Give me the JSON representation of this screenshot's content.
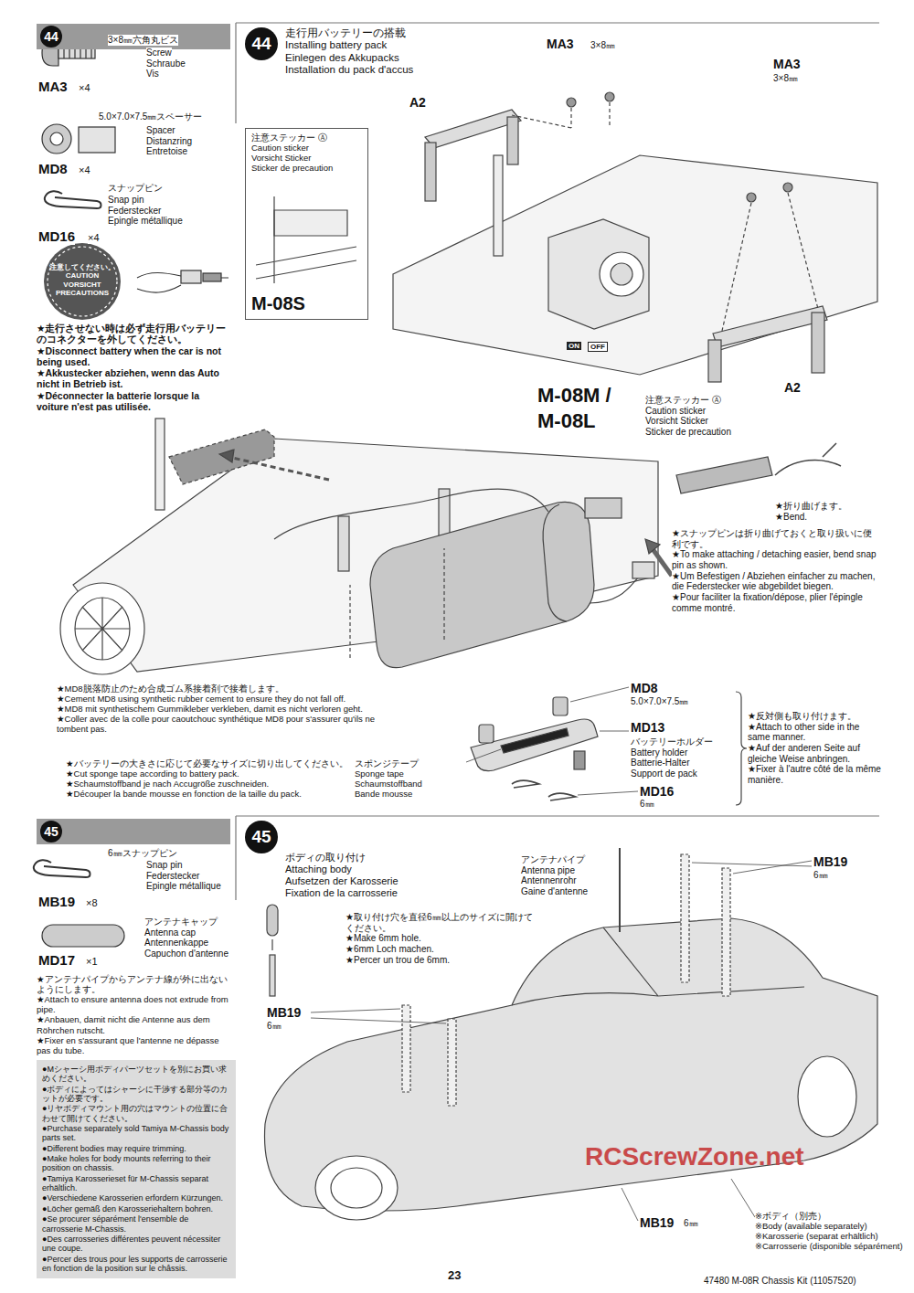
{
  "diagram": {
    "nodes": [
      {
        "text": [
          "44"
        ]
      },
      {
        "text": [
          "44"
        ]
      },
      {
        "text": [
          "注意ステッカー Ⓐ",
          "Caution sticker",
          "Vorsicht Sticker",
          "Sticker de precaution",
          "M-08S"
        ]
      },
      {
        "text": [
          "45"
        ]
      },
      {
        "text": [
          "45"
        ]
      },
      {
        "text": [
          "●Mシャーシ用ボディパーツセットを別にお買い求めください。",
          "●ボディによってはシャーシに干渉する部分等のカットが必要です。",
          "●リヤボディマウント用の穴はマウントの位置に合わせて開けてください。",
          "●Purchase separately sold Tamiya M-Chassis body parts set.",
          "●Different bodies may require trimming.",
          "●Make holes for body mounts referring to their position on chassis.",
          "●Tamiya Karosserieset für M-Chassis separat erhältlich.",
          "●Verschiedene Karosserien erfordern Kürzungen.",
          "●Löcher gemäß den Karosseriehaltern bohren.",
          "●Se procurer séparément l'ensemble de carrosserie M-Chassis.",
          "●Des carrosseries différentes peuvent nécessiter une coupe.",
          "●Percer des trous pour les supports de carrosserie en fonction de la position sur le châssis."
        ]
      }
    ],
    "labels": [
      "3×8㎜六角丸ビス",
      "Screw",
      "Schraube",
      "Vis",
      "MA3",
      "×4",
      "5.0×7.0×7.5㎜スペーサー",
      "Spacer",
      "Distanzring",
      "Entretoise",
      "MD8",
      "×4",
      "スナップピン",
      "Snap pin",
      "Federstecker",
      "Epingle métallique",
      "MD16",
      "×4",
      "注意してください。",
      "CAUTION",
      "VORSICHT",
      "PRECAUTIONS",
      "★走行させない時は必ず走行用バッテリーのコネクターを外してください。",
      "★Disconnect battery when the car is not being used.",
      "★Akkustecker abziehen, wenn das Auto nicht in Betrieb ist.",
      "★Déconnecter la batterie lorsque la voiture n'est pas utilisée.",
      "走行用バッテリーの搭載",
      "Installing battery pack",
      "Einlegen des Akkupacks",
      "Installation du pack d'accus",
      "MA3",
      "3×8㎜",
      "MA3",
      "3×8㎜",
      "A2",
      "ON",
      "OFF",
      "M-08M /",
      "M-08L",
      "注意ステッカー Ⓐ",
      "Caution sticker",
      "Vorsicht Sticker",
      "Sticker de precaution",
      "A2",
      "★折り曲げます。",
      "★Bend.",
      "★スナップピンは折り曲げておくと取り扱いに便利です。",
      "★To make attaching / detaching easier, bend snap pin as shown.",
      "★Um Befestigen / Abziehen einfacher zu machen, die Federstecker wie abgebildet biegen.",
      "★Pour faciliter la fixation/dépose, plier l'épingle comme montré.",
      "★MD8脱落防止のため合成ゴム系接着剤で接着します。",
      "★Cement MD8 using synthetic rubber cement to ensure they do not fall off.",
      "★MD8 mit synthetischem Gummikleber verkleben, damit es nicht verloren geht.",
      "★Coller avec de la colle pour caoutchouc synthétique MD8 pour s'assurer qu'ils ne tombent pas.",
      "★バッテリーの大きさに応じて必要なサイズに切り出してください。",
      "★Cut sponge tape according to battery pack.",
      "★Schaumstoffband je nach Accugröße zuschneiden.",
      "★Découper la bande mousse en fonction de la taille du pack.",
      "スポンジテープ",
      "Sponge tape",
      "Schaumstoffband",
      "Bande mousse",
      "MD8",
      "5.0×7.0×7.5㎜",
      "MD13",
      "バッテリーホルダー",
      "Battery holder",
      "Batterie-Halter",
      "Support de pack",
      "MD16",
      "6㎜",
      "★反対側も取り付けます。",
      "★Attach to other side in the same manner.",
      "★Auf der anderen Seite auf gleiche Weise anbringen.",
      "★Fixer à l'autre côté de la même manière.",
      "6㎜スナップピン",
      "Snap pin",
      "Federstecker",
      "Epingle métallique",
      "MB19",
      "×8",
      "アンテナキャップ",
      "Antenna cap",
      "Antennenkappe",
      "Capuchon d'antenne",
      "MD17",
      "×1",
      "★アンテナパイプからアンテナ線が外に出ないようにします。",
      "★Attach to ensure antenna does not extrude from pipe.",
      "★Anbauen, damit nicht die Antenne aus dem Röhrchen rutscht.",
      "★Fixer en s'assurant que l'antenne ne dépasse pas du tube.",
      "ボディの取り付け",
      "Attaching body",
      "Aufsetzen der Karosserie",
      "Fixation de la carrosserie",
      "アンテナパイプ",
      "Antenna pipe",
      "Antennenrohr",
      "Gaine d'antenne",
      "MB19",
      "6㎜",
      "★取り付け穴を直径6㎜以上のサイズに開けてください。",
      "★Make 6mm hole.",
      "★6mm Loch machen.",
      "★Percer un trou de 6mm.",
      "MB19",
      "6㎜",
      "MB19",
      "6㎜",
      "※ボディ（別売）",
      "※Body (available separately)",
      "※Karosserie (separat erhältlich)",
      "※Carrosserie (disponible séparément)",
      "23",
      "47480  M-08R Chassis Kit (11057520)",
      "RCScrewZone.net"
    ]
  }
}
